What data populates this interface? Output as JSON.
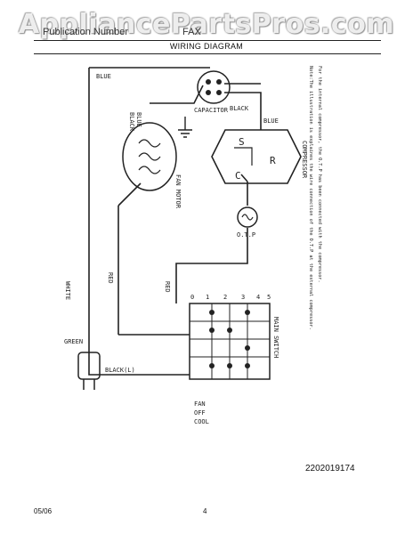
{
  "header": {
    "brand_text": "Publication Number",
    "model_text": "FAX",
    "watermark": "AppliancePartsPros.com",
    "title": "WIRING DIAGRAM"
  },
  "diagram": {
    "wire_labels": {
      "blue_top": "BLUE",
      "white": "WHITE",
      "red_left": "RED",
      "red_switch": "RED",
      "black": "BLACK(L)",
      "green": "GREEN",
      "black_motor": "BLACK",
      "blue_motor": "BLUE",
      "black_cap": "BLACK",
      "blue_comp": "BLUE"
    },
    "component_labels": {
      "fan_motor": "FAN MOTOR",
      "capacitor": "CAPACITOR",
      "compressor": "COMPRESSOR",
      "otp": "O.T.P",
      "main_switch": "MAIN SWITCH",
      "fan": "FAN",
      "off": "OFF",
      "cool": "COOL",
      "comp_c": "C",
      "comp_s": "S",
      "comp_r": "R"
    },
    "switch_numbers": [
      "0",
      "1",
      "2",
      "3",
      "4",
      "5"
    ],
    "note_line1": "Note:The illustration is explaines the wire connection of the O.T.P at the external compressor.",
    "note_line2": "For the internal compressor, the O.T.P has been connected with the compressor."
  },
  "footer": {
    "part_number": "2202019174",
    "date": "05/06",
    "page": "4"
  }
}
